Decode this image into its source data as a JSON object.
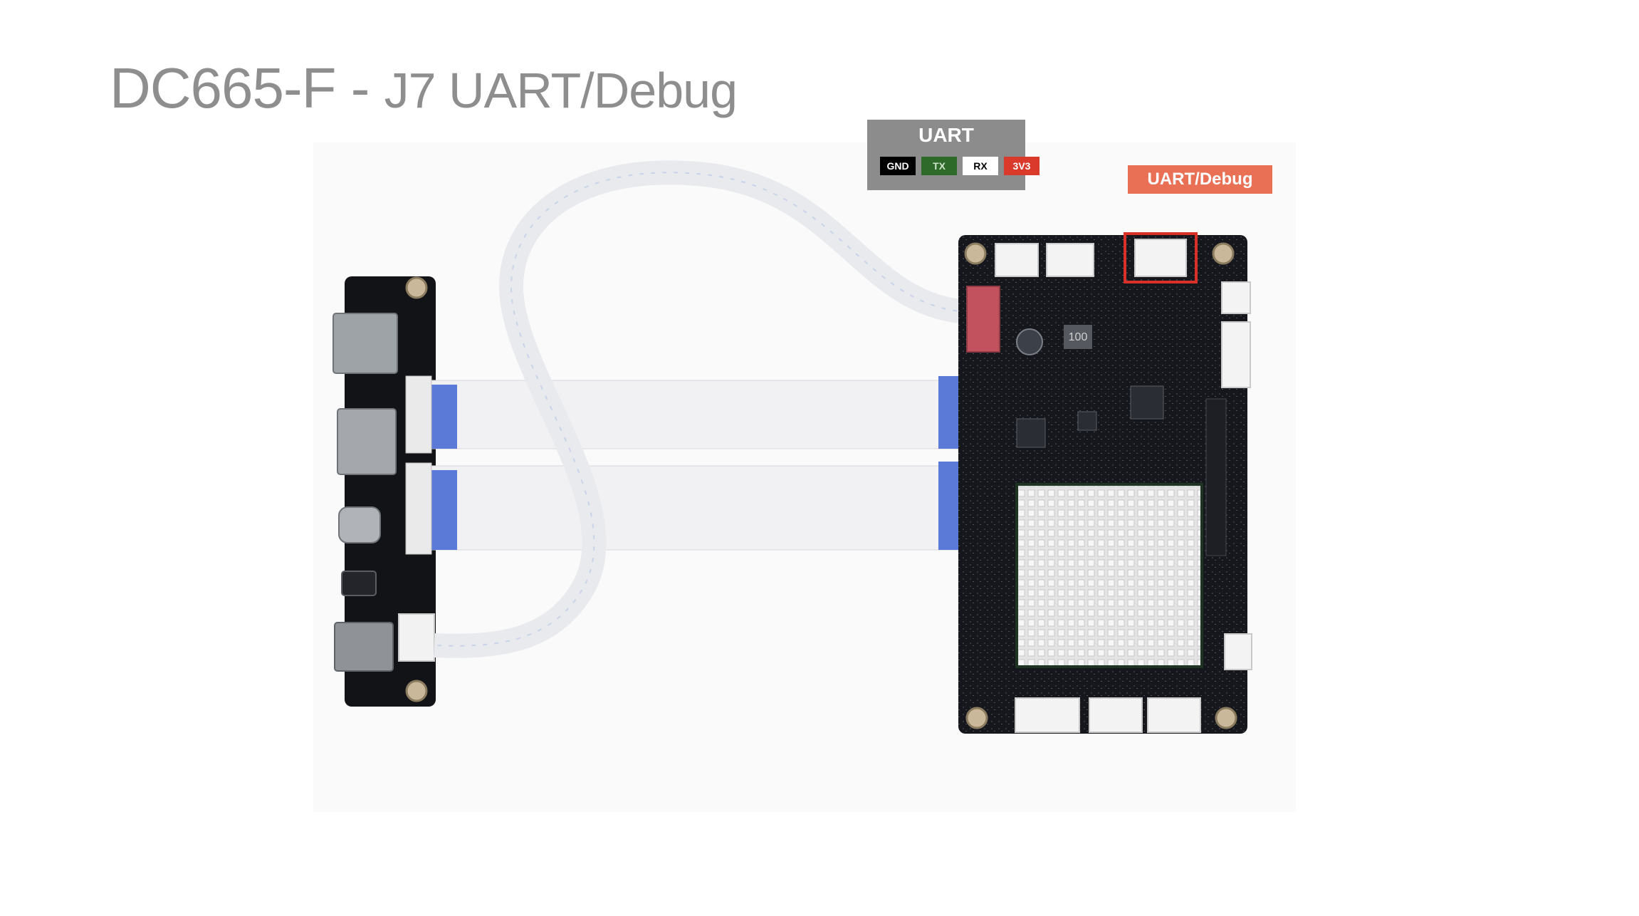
{
  "title": {
    "main": "DC665-F - ",
    "sub": "J7 UART/Debug"
  },
  "uart_legend": {
    "title": "UART",
    "pins": [
      "GND",
      "TX",
      "RX",
      "3V3"
    ],
    "pin_colors": [
      "#000000",
      "#2e6b2a",
      "#ffffff",
      "#d93a2b"
    ]
  },
  "callout": {
    "label": "UART/Debug",
    "color": "#e96f55",
    "highlight_color": "#d9302a"
  },
  "boards": {
    "carrier_board_chip_label": "100"
  }
}
